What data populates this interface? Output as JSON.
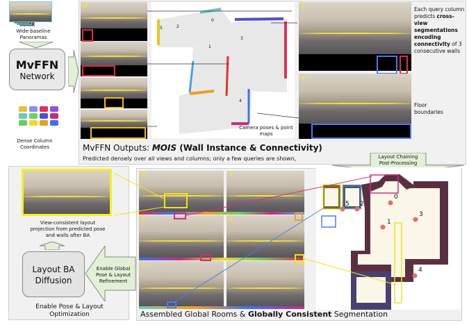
{
  "input": {
    "panoramas_label": "Wide-baseline Panoramas",
    "network_title": "MvFFN",
    "network_subtitle": "Network",
    "columns_label": "Dense Column Coordinates"
  },
  "top_panel": {
    "query_text_plain1": "Each query column predicts ",
    "query_text_bold": "cross-view segmentations encoding connectivity",
    "query_text_plain2": " of 3 consecutive walls",
    "floor_label": "Floor boundaries",
    "map_label": "Camera poses & point maps",
    "caption_prefix": "MvFFN Outputs: ",
    "caption_italic": "MOIS",
    "caption_bold": " (Wall Instance & Connectivity)",
    "subcaption": "Predicted densely over all views and columns; only a few queries are shown,",
    "view_ids": [
      "0",
      "3",
      "4"
    ],
    "map_camera_ids": [
      "0",
      "1",
      "2",
      "3",
      "4",
      "5"
    ]
  },
  "chaining_label": "Layout Chaining Post-Processing",
  "ba_panel": {
    "projection_caption": "View-consistent layout projection from predicted pose and walls after BA",
    "ba_title": "Layout BA Diffusion",
    "refine_label": "Enable Global Pose & Layout Refinement",
    "caption": "Enable Pose & Layout Optimization"
  },
  "assembled_panel": {
    "view_ids": [
      "0",
      "3",
      "1",
      "4",
      "2",
      "5"
    ],
    "floorplan_ids": [
      "0",
      "1",
      "2",
      "3",
      "4",
      "5"
    ],
    "caption_plain1": "Assembled Global Rooms & ",
    "caption_bold": "Globally Consistent",
    "caption_plain2": " Segmentation"
  },
  "colors": {
    "yellow": "#f5e21a",
    "blue": "#4a7cf0",
    "magenta": "#d0307a",
    "orange": "#f0a020",
    "red": "#e03040",
    "panel": "#f1f1f1",
    "arrow_fill": "#e2f0d6"
  }
}
